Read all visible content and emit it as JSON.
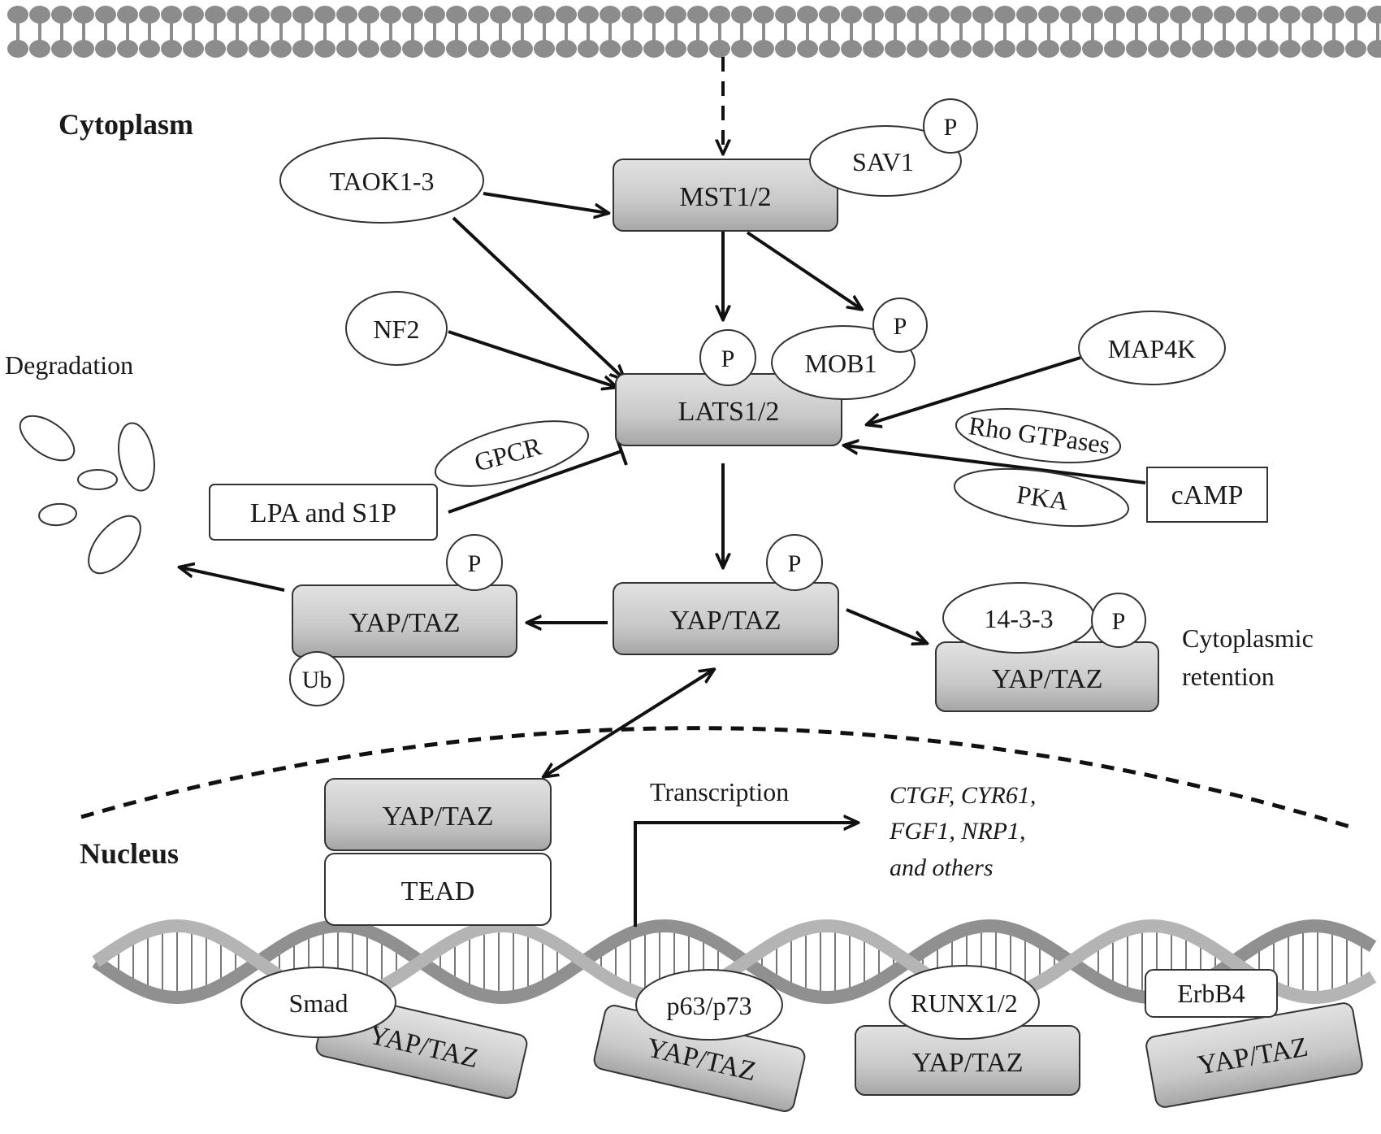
{
  "regions": {
    "cytoplasm": "Cytoplasm",
    "nucleus": "Nucleus"
  },
  "nodes": {
    "mst": "MST1/2",
    "sav1": "SAV1",
    "taok": "TAOK1-3",
    "nf2": "NF2",
    "mob1": "MOB1",
    "lats": "LATS1/2",
    "map4k": "MAP4K",
    "rho": "Rho GTPases",
    "pka": "PKA",
    "camp": "cAMP",
    "gpcr": "GPCR",
    "lpa": "LPA and S1P",
    "yap_center": "YAP/TAZ",
    "yap_left": "YAP/TAZ",
    "yap_right": "YAP/TAZ",
    "ub": "Ub",
    "p1433": "14-3-3",
    "yap_nuc": "YAP/TAZ",
    "tead": "TEAD",
    "smad": "Smad",
    "yap_smad": "YAP/TAZ",
    "p63": "p63/p73",
    "yap_p63": "YAP/TAZ",
    "runx": "RUNX1/2",
    "yap_runx": "YAP/TAZ",
    "erbb4": "ErbB4",
    "yap_erbb4": "YAP/TAZ",
    "phospho": "P"
  },
  "notes": {
    "degradation": "Degradation",
    "retention_1": "Cytoplasmic",
    "retention_2": "retention",
    "transcription": "Transcription",
    "genes_1": "CTGF, CYR61,",
    "genes_2": "FGF1, NRP1,",
    "genes_3": "and others"
  },
  "colors": {
    "box_fill": "#c8c8c8",
    "membrane": "#8c8c8c",
    "dna": "#909090"
  }
}
